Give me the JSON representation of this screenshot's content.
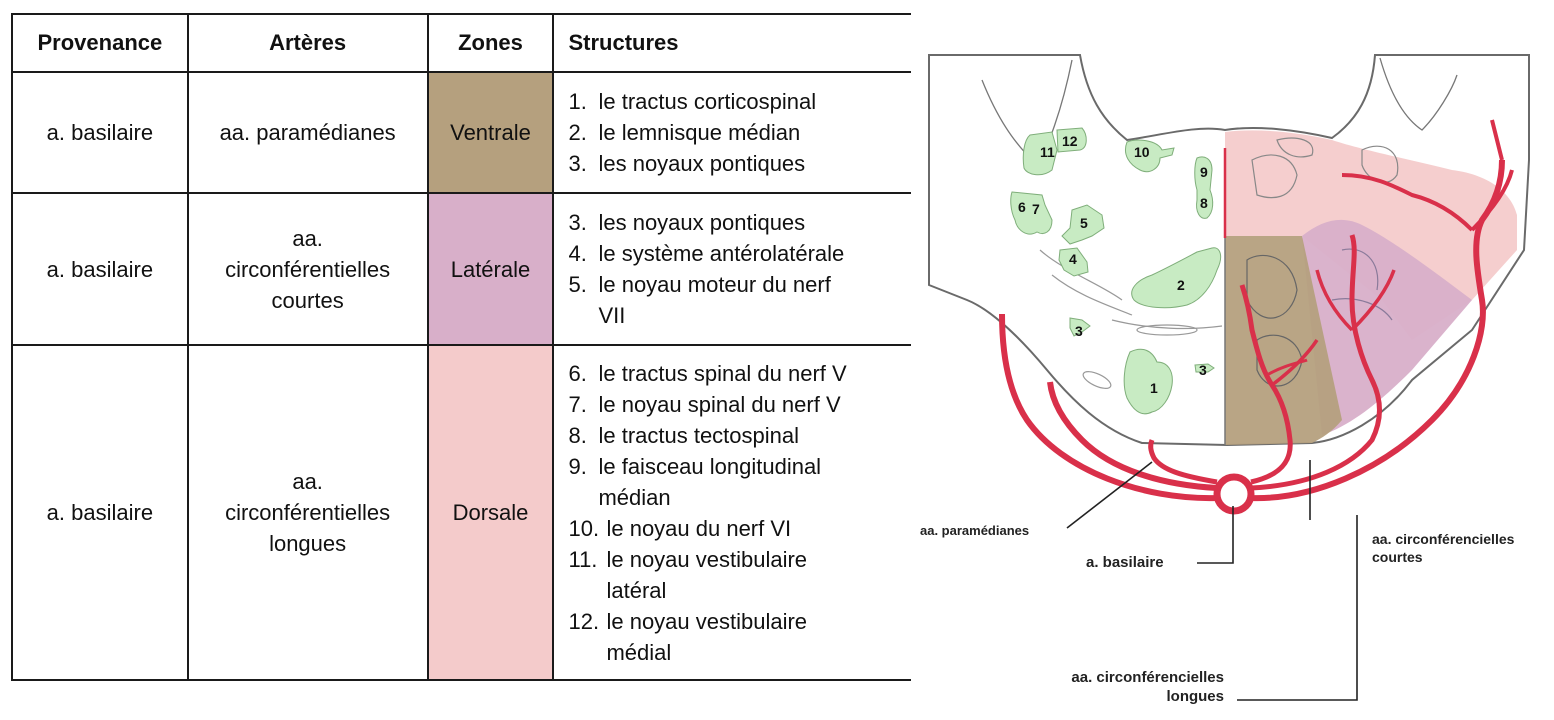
{
  "table": {
    "headers": {
      "provenance": "Provenance",
      "arteres": "Artères",
      "zones": "Zones",
      "structures": "Structures"
    },
    "rows": [
      {
        "provenance": "a. basilaire",
        "arteres": [
          "aa. paramédianes"
        ],
        "zone": "Ventrale",
        "zone_color": "#b5a07e",
        "structures": [
          {
            "num": "1.",
            "text": "le tractus corticospinal",
            "cont": ""
          },
          {
            "num": "2.",
            "text": "le lemnisque médian",
            "cont": ""
          },
          {
            "num": "3.",
            "text": "les noyaux pontiques",
            "cont": ""
          }
        ]
      },
      {
        "provenance": "a. basilaire",
        "arteres": [
          "aa.",
          "circonférentielles",
          "courtes"
        ],
        "zone": "Latérale",
        "zone_color": "#d8afc9",
        "structures": [
          {
            "num": "3.",
            "text": "les noyaux pontiques",
            "cont": ""
          },
          {
            "num": "4.",
            "text": "le système antérolatérale",
            "cont": ""
          },
          {
            "num": "5.",
            "text": "le noyau moteur du nerf",
            "cont": "VII"
          }
        ]
      },
      {
        "provenance": "a. basilaire",
        "arteres": [
          "aa.",
          "circonférentielles",
          "longues"
        ],
        "zone": "Dorsale",
        "zone_color": "#f4cbcb",
        "structures": [
          {
            "num": "6.",
            "text": "le tractus spinal du nerf V",
            "cont": ""
          },
          {
            "num": "7.",
            "text": "le noyau spinal du nerf V",
            "cont": ""
          },
          {
            "num": "8.",
            "text": "le tractus tectospinal",
            "cont": ""
          },
          {
            "num": "9.",
            "text": "le faisceau longitudinal",
            "cont": "médian"
          },
          {
            "num": "10.",
            "text": "le noyau du nerf VI",
            "cont": ""
          },
          {
            "num": "11.",
            "text": "le noyau vestibulaire",
            "cont": "latéral"
          },
          {
            "num": "12.",
            "text": "le noyau vestibulaire",
            "cont": "médial"
          }
        ]
      }
    ]
  },
  "diagram": {
    "labels": {
      "paramedianes": "aa. paramédianes",
      "basilaire": "a. basilaire",
      "courtes_1": "aa. circonférencielles",
      "courtes_2": "courtes",
      "longues_1": "aa. circonférencielles",
      "longues_2": "longues"
    },
    "nuclei": [
      "1",
      "2",
      "3",
      "3",
      "4",
      "5",
      "6",
      "7",
      "8",
      "9",
      "10",
      "11",
      "12"
    ],
    "colors": {
      "nucleus": "#c8ebc3",
      "artery": "#d9304a",
      "ventral_zone": "#b5a07e",
      "lateral_zone": "#d8afc9",
      "dorsal_zone": "#f4cbcb"
    }
  }
}
